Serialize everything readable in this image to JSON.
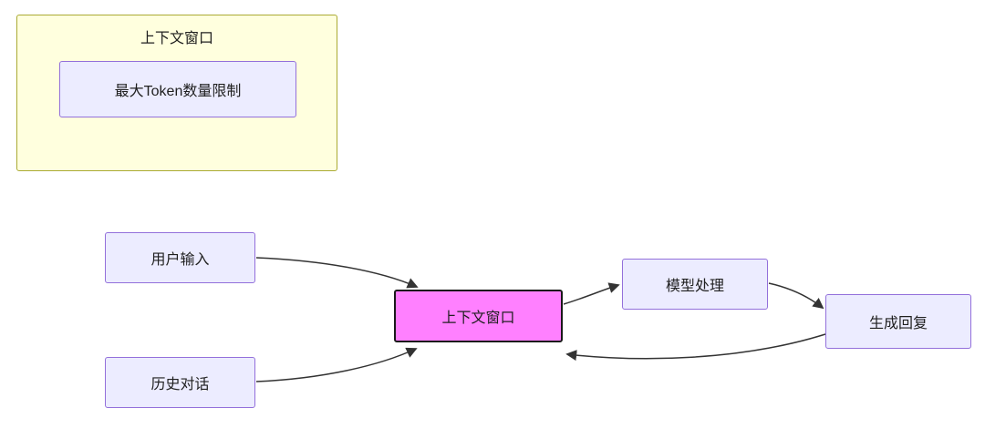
{
  "diagram": {
    "type": "flowchart",
    "subgraph": {
      "title": "上下文窗口",
      "node_label": "最大Token数量限制"
    },
    "nodes": {
      "user_input": {
        "label": "用户输入"
      },
      "history_dialogue": {
        "label": "历史对话"
      },
      "context_window": {
        "label": "上下文窗口"
      },
      "model_processing": {
        "label": "模型处理"
      },
      "generate_reply": {
        "label": "生成回复"
      }
    },
    "edges": [
      {
        "from": "用户输入",
        "to": "上下文窗口"
      },
      {
        "from": "历史对话",
        "to": "上下文窗口"
      },
      {
        "from": "上下文窗口",
        "to": "模型处理"
      },
      {
        "from": "模型处理",
        "to": "生成回复"
      },
      {
        "from": "生成回复",
        "to": "上下文窗口"
      }
    ],
    "colors": {
      "subgraph_fill": "#ffffde",
      "subgraph_border": "#aaaa33",
      "node_fill": "#ececff",
      "node_border": "#9370db",
      "highlight_fill": "#ff80ff",
      "highlight_border": "#1a1a1a",
      "edge_stroke": "#333333",
      "text": "#1f1f1f"
    }
  }
}
